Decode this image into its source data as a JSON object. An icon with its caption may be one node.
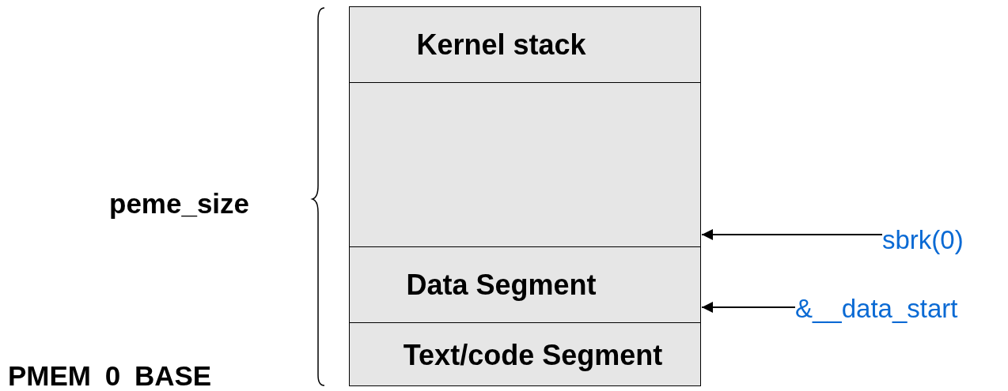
{
  "diagram": {
    "nodes": [
      {
        "text": [],
        "shape": "box"
      },
      {
        "text": [
          "Kernel stack"
        ],
        "in": 0
      },
      {
        "text": [],
        "shape": "box",
        "in": 0
      },
      {
        "text": [
          "Data Segment"
        ],
        "in": 0
      },
      {
        "text": [
          "Text/code Segment"
        ],
        "in": 0
      },
      {
        "text": [
          "sbrk(0)"
        ]
      },
      {
        "text": [
          "&__data_start"
        ]
      }
    ],
    "edges": [
      {
        "from": 5,
        "to": 2,
        "arrow": "to"
      },
      {
        "from": 6,
        "to": 3,
        "arrow": "to"
      }
    ],
    "labels": [
      "peme_size",
      "PMEM 0 BASE"
    ]
  }
}
